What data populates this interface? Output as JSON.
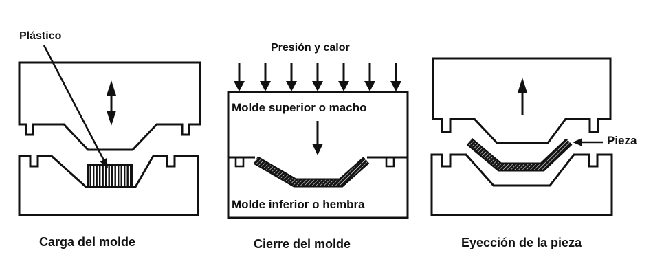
{
  "figure": {
    "type": "process-diagram",
    "subject": "compression molding stages",
    "language": "es"
  },
  "colors": {
    "ink": "#111111",
    "background": "#ffffff"
  },
  "panels": [
    {
      "id": "mold-loading",
      "caption": "Carga del molde",
      "labels": {
        "plastic": "Plástico"
      },
      "icons": [
        "up-down-arrow-icon",
        "plastic-pointer-arrow-icon"
      ]
    },
    {
      "id": "mold-closing",
      "caption": "Cierre del molde",
      "labels": {
        "pressure": "Presión y calor",
        "upper_mold": "Molde superior o macho",
        "lower_mold": "Molde inferior o hembra"
      },
      "icons": [
        "pressure-down-arrows-icon",
        "closing-down-arrow-icon"
      ]
    },
    {
      "id": "part-ejection",
      "caption": "Eyección de la pieza",
      "labels": {
        "piece": "Pieza"
      },
      "icons": [
        "eject-up-arrow-icon",
        "piece-pointer-arrow-icon"
      ]
    }
  ]
}
